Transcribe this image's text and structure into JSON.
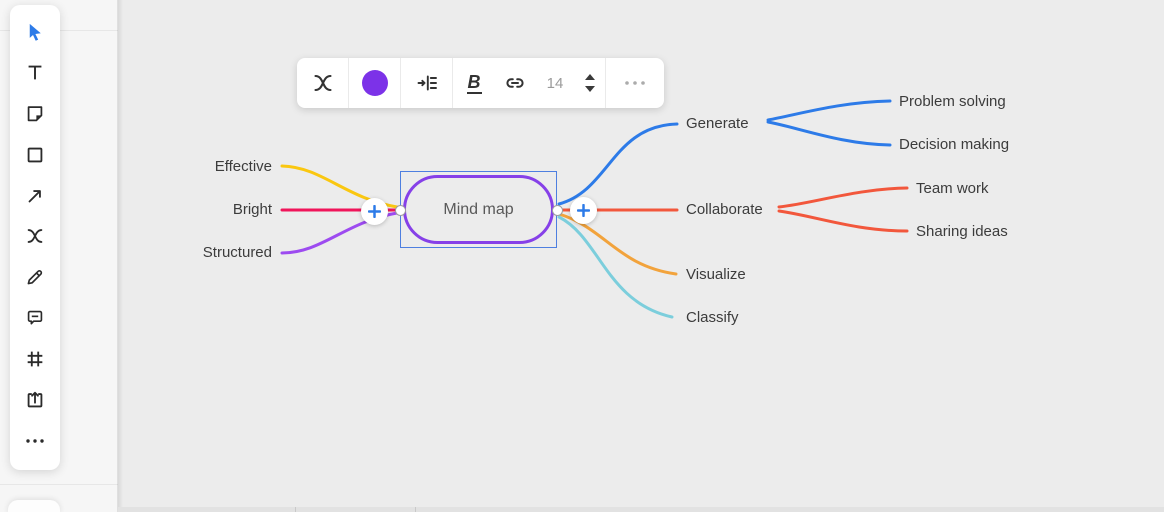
{
  "sidebar": {
    "tools": [
      {
        "name": "select",
        "active": true
      },
      {
        "name": "text"
      },
      {
        "name": "sticky-note"
      },
      {
        "name": "shape"
      },
      {
        "name": "arrow"
      },
      {
        "name": "connector"
      },
      {
        "name": "pen"
      },
      {
        "name": "comment"
      },
      {
        "name": "frame"
      },
      {
        "name": "upload"
      },
      {
        "name": "more"
      }
    ],
    "accent_color": "#2d7be8"
  },
  "toolbar": {
    "mindmap_tool": "mind-map-style",
    "color_swatch": "#7c32e8",
    "layout_tool": "layout",
    "bold_label": "B",
    "link_tool": "link",
    "font_size": "14",
    "more_tool": "more-options"
  },
  "mindmap": {
    "root": {
      "label": "Mind map",
      "border_color": "#8640e8",
      "selected": true
    },
    "left_branches": [
      {
        "label": "Effective",
        "color": "#fac710"
      },
      {
        "label": "Bright",
        "color": "#f0155a"
      },
      {
        "label": "Structured",
        "color": "#9d4bf0"
      }
    ],
    "right_branches": [
      {
        "label": "Generate",
        "color": "#2d7be8",
        "children": [
          {
            "label": "Problem solving"
          },
          {
            "label": "Decision making"
          }
        ]
      },
      {
        "label": "Collaborate",
        "color": "#f2573c",
        "children": [
          {
            "label": "Team work"
          },
          {
            "label": "Sharing ideas"
          }
        ]
      },
      {
        "label": "Visualize",
        "color": "#f2a33c",
        "children": []
      },
      {
        "label": "Classify",
        "color": "#7ccedc",
        "children": []
      }
    ]
  }
}
